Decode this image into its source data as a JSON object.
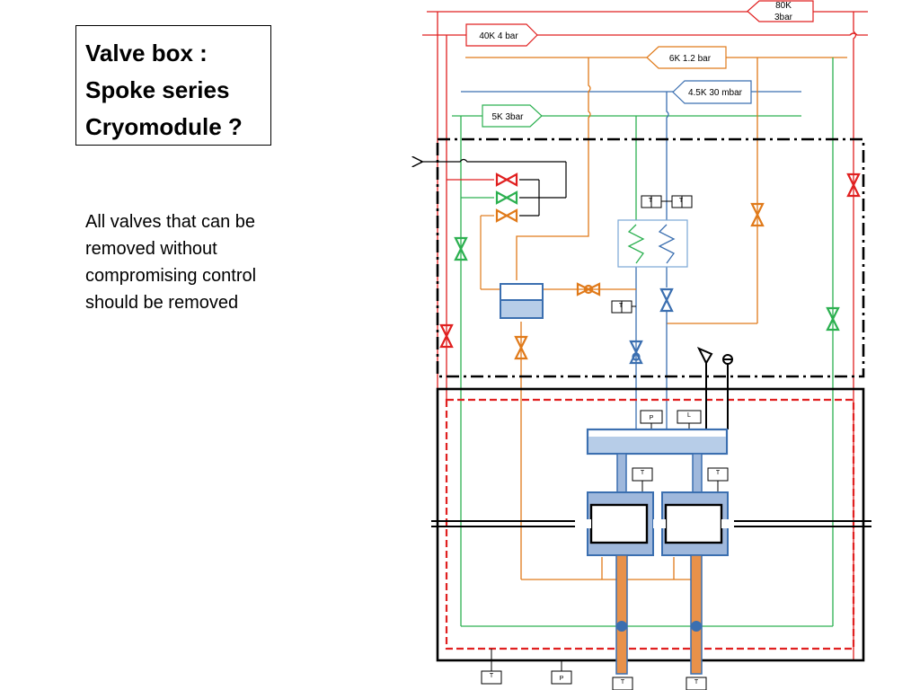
{
  "title": {
    "line1": "Valve box :",
    "line2": "Spoke series",
    "line3": "Cryomodule ?"
  },
  "note": {
    "line1": "All valves that can be",
    "line2": "removed without",
    "line3": "compromising control",
    "line4": "should be removed"
  },
  "lines": {
    "l80k_a": "80K",
    "l80k_b": "3bar",
    "l40k": "40K 4 bar",
    "l6k": "6K 1.2 bar",
    "l45k": "4.5K 30 mbar",
    "l5k": "5K 3bar"
  },
  "instruments": {
    "t": "T",
    "p": "P",
    "l": "L"
  },
  "colors": {
    "red": "#e02020",
    "orange": "#e07a1a",
    "green": "#2cb050",
    "blue": "#3b6fb0",
    "black": "#000000"
  }
}
